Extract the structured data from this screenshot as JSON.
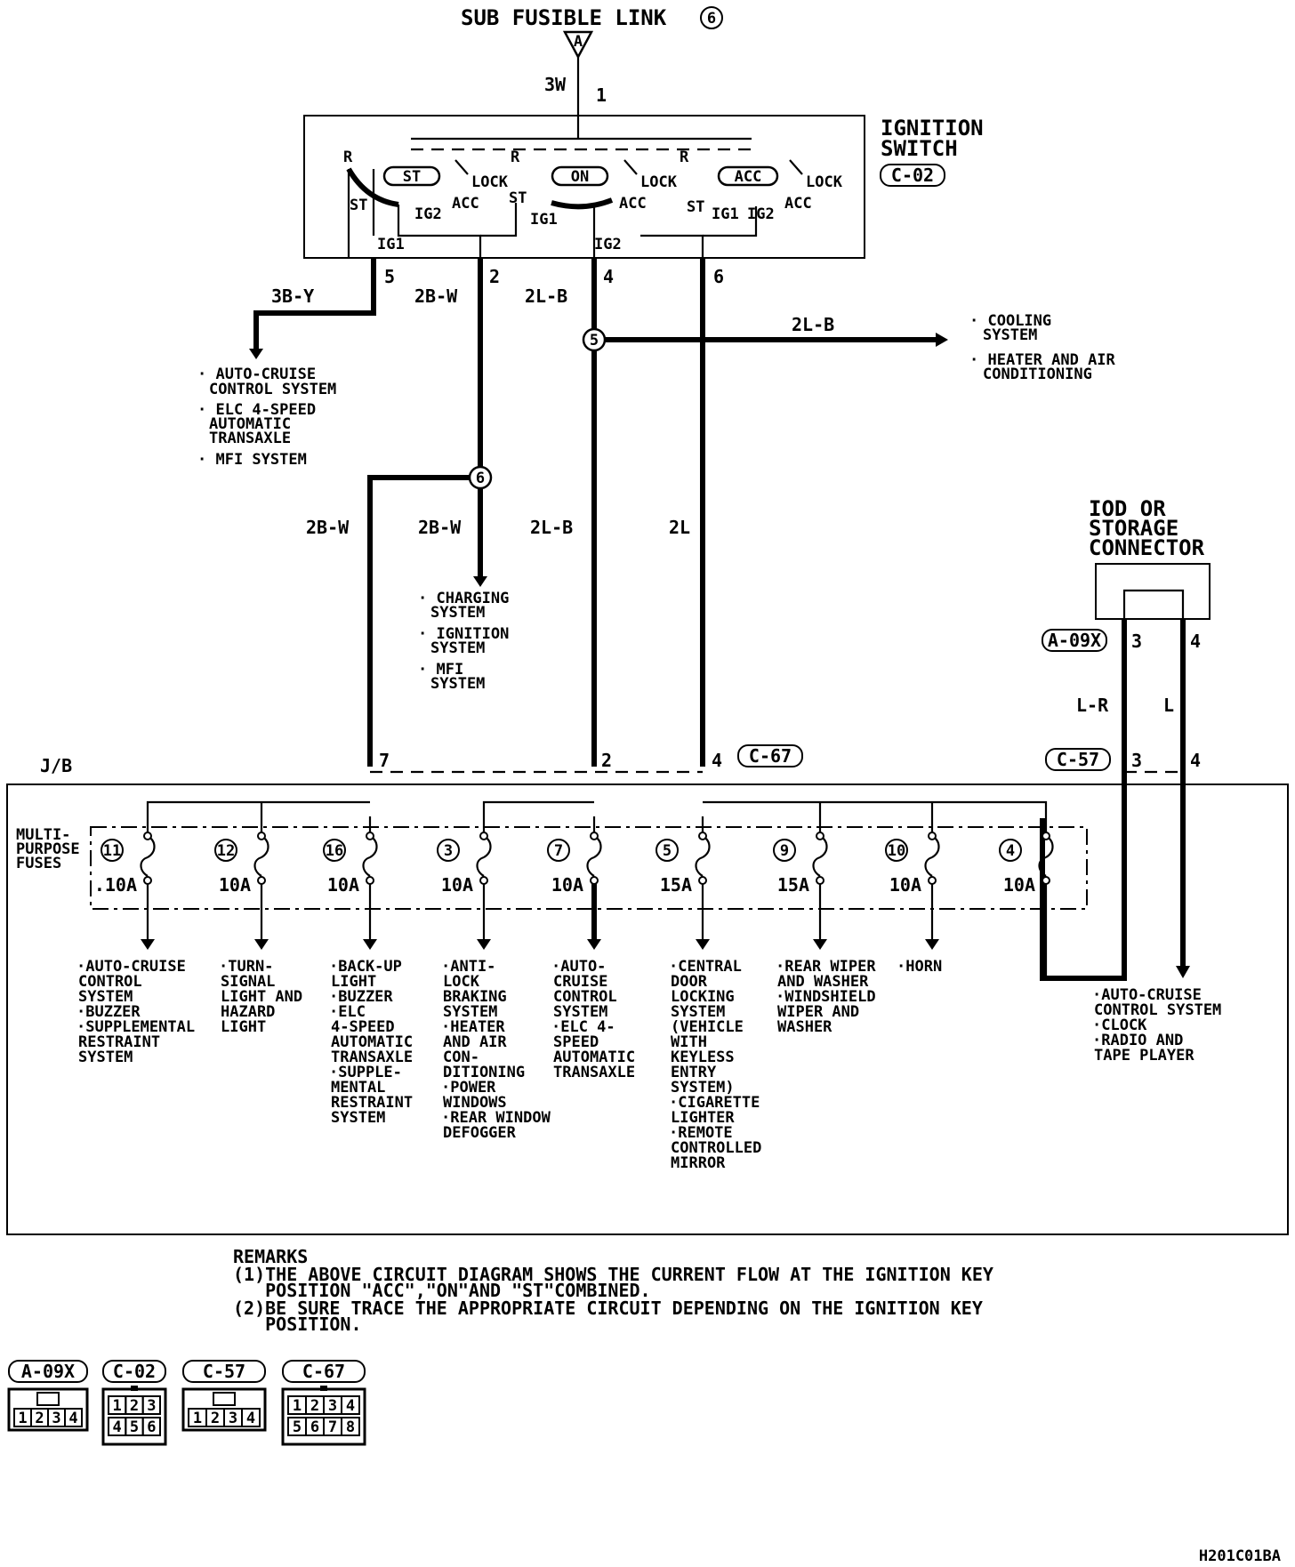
{
  "header": {
    "title": "SUB FUSIBLE LINK",
    "title_num": "6",
    "connector_letter": "A",
    "wire_3w": "3W",
    "pin_1": "1"
  },
  "ignition_switch": {
    "title_line1": "IGNITION",
    "title_line2": "SWITCH",
    "connector": "C-02",
    "positions": [
      "ST",
      "ON",
      "ACC"
    ],
    "lock": "LOCK",
    "r": "R",
    "st": "ST",
    "acc": "ACC",
    "ig1": "IG1",
    "ig2": "IG2"
  },
  "wires": {
    "w5_pin": "5",
    "w2_pin": "2",
    "w4_pin": "4",
    "w6_pin": "6",
    "w5_color": "3B-Y",
    "w2_color": "2B-W",
    "w4_color": "2L-B",
    "w4_to_cooling": "2L-B",
    "junction5": "5",
    "junction6": "6",
    "left_2bw": "2B-W",
    "mid_2bw": "2B-W",
    "mid_2lb": "2L-B",
    "mid_2l": "2L"
  },
  "dest_cooling": [
    "COOLING",
    "SYSTEM",
    "HEATER AND AIR",
    "CONDITIONING"
  ],
  "dest_autocruise_top": [
    "AUTO-CRUISE",
    "CONTROL SYSTEM",
    "ELC 4-SPEED",
    "AUTOMATIC",
    "TRANSAXLE",
    "MFI SYSTEM"
  ],
  "dest_charging": [
    "CHARGING",
    "SYSTEM",
    "IGNITION",
    "SYSTEM",
    "MFI",
    "SYSTEM"
  ],
  "iod": {
    "title_lines": [
      "IOD OR",
      "STORAGE",
      "CONNECTOR"
    ],
    "connector_a": "A-09X",
    "pin3": "3",
    "pin4": "4",
    "lr": "L-R",
    "l": "L",
    "connector_c57": "C-57",
    "c57_pin3": "3",
    "c57_pin4": "4"
  },
  "jb": {
    "label": "J/B",
    "pin7": "7",
    "pin2": "2",
    "pin4": "4",
    "connector_c67": "C-67",
    "multi_label": [
      "MULTI-",
      "PURPOSE",
      "FUSES"
    ],
    "fuses": [
      {
        "num": "11",
        "rating": ".10A"
      },
      {
        "num": "12",
        "rating": "10A"
      },
      {
        "num": "16",
        "rating": "10A"
      },
      {
        "num": "3",
        "rating": "10A"
      },
      {
        "num": "7",
        "rating": "10A"
      },
      {
        "num": "5",
        "rating": "15A"
      },
      {
        "num": "9",
        "rating": "15A"
      },
      {
        "num": "10",
        "rating": "10A"
      },
      {
        "num": "4",
        "rating": "10A"
      }
    ]
  },
  "fuse_dest": [
    [
      "·AUTO-CRUISE",
      " CONTROL",
      " SYSTEM",
      "·BUZZER",
      "·SUPPLEMENTAL",
      " RESTRAINT",
      " SYSTEM"
    ],
    [
      "·TURN-",
      " SIGNAL",
      " LIGHT AND",
      " HAZARD",
      " LIGHT"
    ],
    [
      "·BACK-UP",
      " LIGHT",
      "·BUZZER",
      "·ELC",
      " 4-SPEED",
      " AUTOMATIC",
      " TRANSAXLE",
      "·SUPPLE-",
      " MENTAL",
      " RESTRAINT",
      " SYSTEM"
    ],
    [
      "·ANTI-",
      " LOCK",
      " BRAKING",
      " SYSTEM",
      "·HEATER",
      " AND AIR",
      " CON-",
      " DITIONING",
      "·POWER",
      " WINDOWS",
      "·REAR WINDOW",
      " DEFOGGER"
    ],
    [
      "·AUTO-",
      " CRUISE",
      " CONTROL",
      " SYSTEM",
      "·ELC 4-",
      " SPEED",
      " AUTOMATIC",
      " TRANSAXLE"
    ],
    [
      "·CENTRAL",
      " DOOR",
      " LOCKING",
      " SYSTEM",
      " (VEHICLE",
      " WITH",
      " KEYLESS",
      " ENTRY",
      " SYSTEM)",
      "·CIGARETTE",
      " LIGHTER",
      "·REMOTE",
      " CONTROLLED",
      " MIRROR"
    ],
    [
      "·REAR WIPER",
      " AND WASHER",
      "·WINDSHIELD",
      " WIPER AND",
      " WASHER"
    ],
    [
      "·HORN"
    ],
    [
      "·AUTO-CRUISE",
      " CONTROL SYSTEM",
      "·CLOCK",
      "·RADIO AND",
      " TAPE PLAYER"
    ]
  ],
  "remarks": {
    "title": "REMARKS",
    "lines": [
      "(1)THE ABOVE CIRCUIT DIAGRAM SHOWS THE CURRENT FLOW AT THE IGNITION KEY",
      "   POSITION \"ACC\",\"ON\"AND \"ST\"COMBINED.",
      "(2)BE SURE TRACE THE APPROPRIATE CIRCUIT DEPENDING ON THE IGNITION KEY",
      "   POSITION."
    ]
  },
  "connectors": [
    {
      "name": "A-09X",
      "pins": [
        "1",
        "2",
        "3",
        "4"
      ]
    },
    {
      "name": "C-02",
      "pins": [
        "1",
        "2",
        "3",
        "4",
        "5",
        "6"
      ]
    },
    {
      "name": "C-57",
      "pins": [
        "1",
        "2",
        "3",
        "4"
      ]
    },
    {
      "name": "C-67",
      "pins": [
        "1",
        "2",
        "3",
        "4",
        "5",
        "6",
        "7",
        "8"
      ]
    }
  ],
  "footer_code": "H201C01BA"
}
